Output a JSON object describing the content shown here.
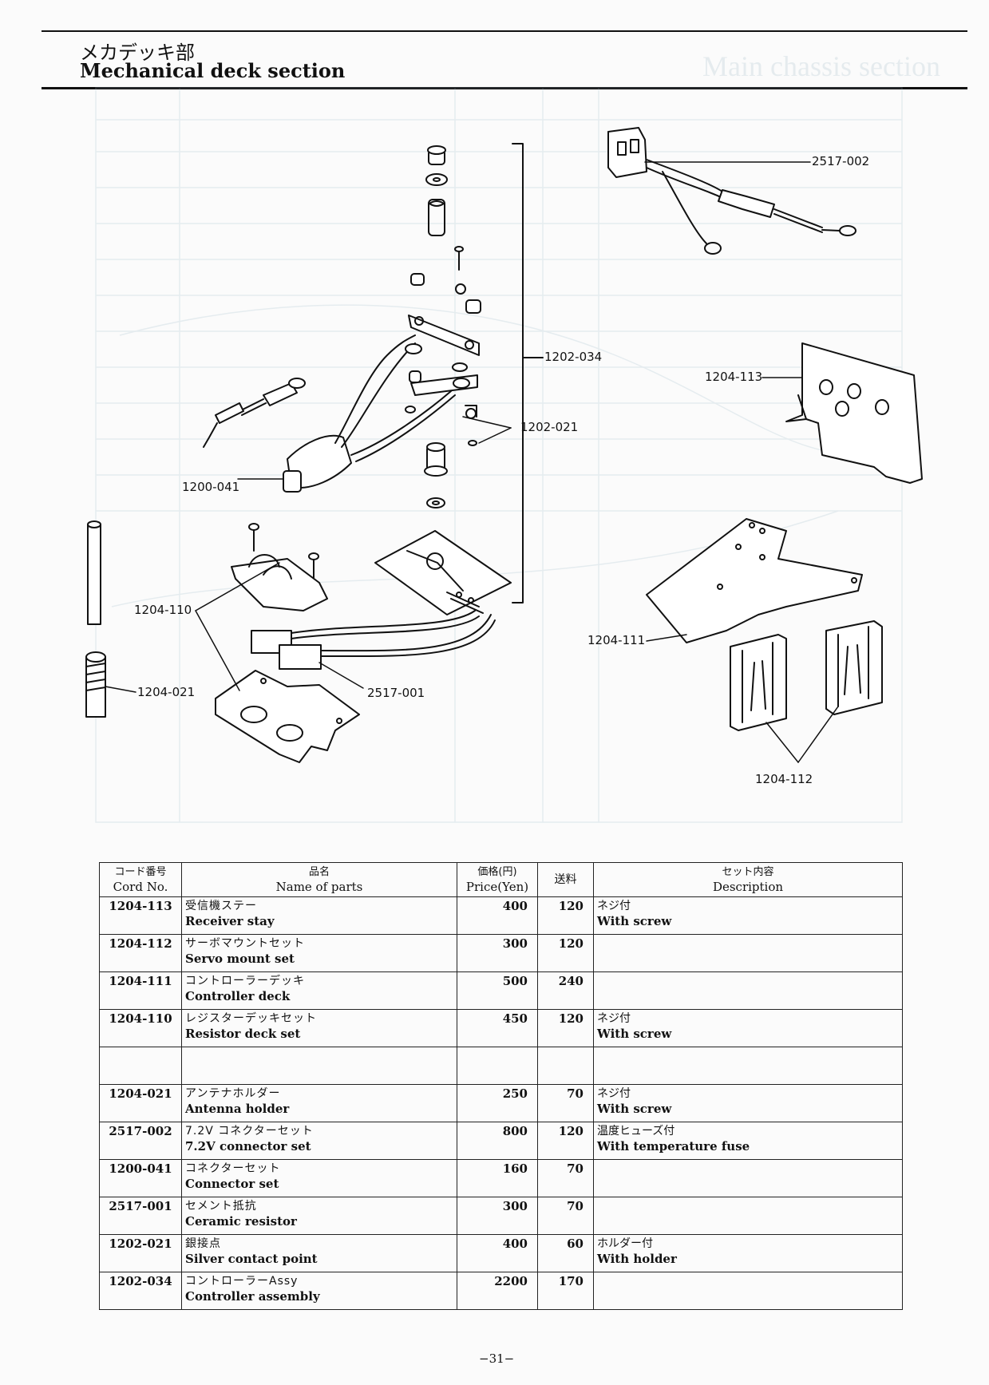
{
  "header": {
    "title_ja": "メカデッキ部",
    "title_en": "Mechanical deck section"
  },
  "diagram": {
    "labels": {
      "l_2517_002": "2517-002",
      "l_1202_034": "1202-034",
      "l_1204_113": "1204-113",
      "l_1202_021": "1202-021",
      "l_1200_041": "1200-041",
      "l_1204_110": "1204-110",
      "l_1204_111": "1204-111",
      "l_1204_021": "1204-021",
      "l_2517_001": "2517-001",
      "l_1204_112": "1204-112"
    },
    "ghost_title": "Main chassis section"
  },
  "table": {
    "headers": {
      "code_ja": "コード番号",
      "code_en": "Cord No.",
      "name_ja": "品名",
      "name_en": "Name of parts",
      "price_ja": "価格(円)",
      "price_en": "Price(Yen)",
      "shipping": "送料",
      "desc_ja": "セット内容",
      "desc_en": "Description"
    },
    "rows": [
      {
        "code": "1204-113",
        "name_ja": "受信機ステー",
        "name_en": "Receiver stay",
        "price": "400",
        "shipping": "120",
        "desc_ja": "ネジ付",
        "desc_en": "With screw"
      },
      {
        "code": "1204-112",
        "name_ja": "サーボマウントセット",
        "name_en": "Servo mount set",
        "price": "300",
        "shipping": "120",
        "desc_ja": "",
        "desc_en": ""
      },
      {
        "code": "1204-111",
        "name_ja": "コントローラーデッキ",
        "name_en": "Controller deck",
        "price": "500",
        "shipping": "240",
        "desc_ja": "",
        "desc_en": ""
      },
      {
        "code": "1204-110",
        "name_ja": "レジスターデッキセット",
        "name_en": "Resistor deck set",
        "price": "450",
        "shipping": "120",
        "desc_ja": "ネジ付",
        "desc_en": "With screw"
      },
      {
        "code": "",
        "name_ja": "",
        "name_en": "",
        "price": "",
        "shipping": "",
        "desc_ja": "",
        "desc_en": ""
      },
      {
        "code": "1204-021",
        "name_ja": "アンテナホルダー",
        "name_en": "Antenna holder",
        "price": "250",
        "shipping": "70",
        "desc_ja": "ネジ付",
        "desc_en": "With screw"
      },
      {
        "code": "2517-002",
        "name_ja": "7.2V コネクターセット",
        "name_en": "7.2V connector set",
        "price": "800",
        "shipping": "120",
        "desc_ja": "温度ヒューズ付",
        "desc_en": "With temperature fuse"
      },
      {
        "code": "1200-041",
        "name_ja": "コネクターセット",
        "name_en": "Connector set",
        "price": "160",
        "shipping": "70",
        "desc_ja": "",
        "desc_en": ""
      },
      {
        "code": "2517-001",
        "name_ja": "セメント抵抗",
        "name_en": "Ceramic resistor",
        "price": "300",
        "shipping": "70",
        "desc_ja": "",
        "desc_en": ""
      },
      {
        "code": "1202-021",
        "name_ja": "銀接点",
        "name_en": "Silver contact point",
        "price": "400",
        "shipping": "60",
        "desc_ja": "ホルダー付",
        "desc_en": "With holder"
      },
      {
        "code": "1202-034",
        "name_ja": "コントローラーAssy",
        "name_en": "Controller assembly",
        "price": "2200",
        "shipping": "170",
        "desc_ja": "",
        "desc_en": ""
      }
    ]
  },
  "footer": {
    "page_number": "−31−"
  }
}
